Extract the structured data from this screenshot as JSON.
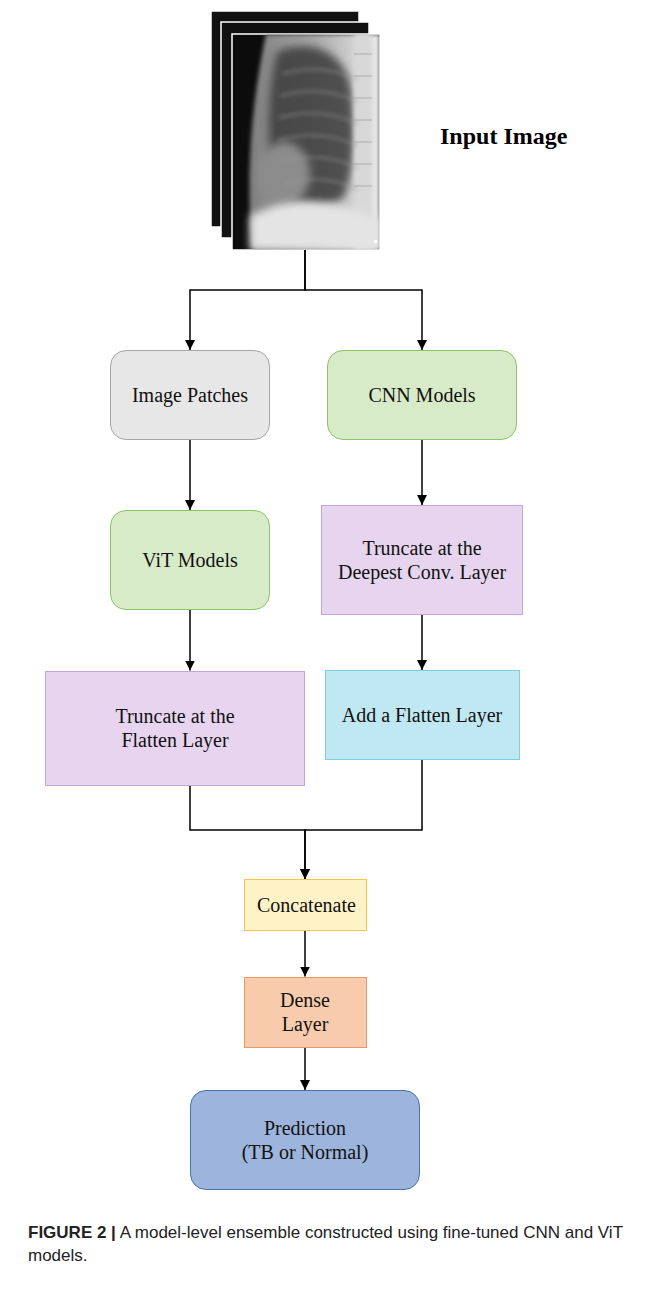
{
  "diagram": {
    "caption": "FIGURE 2 | A model-level ensemble constructed using fine-tuned CNN and ViT models.",
    "nodes": [
      {
        "text": [
          "Input Image"
        ]
      },
      {
        "text": [
          "Image Patches"
        ]
      },
      {
        "text": [
          "CNN Models"
        ]
      },
      {
        "text": [
          "ViT Models"
        ]
      },
      {
        "text": [
          "Truncate at the Deepest Conv. Layer"
        ]
      },
      {
        "text": [
          "Truncate at the Flatten Layer"
        ]
      },
      {
        "text": [
          "Add a Flatten Layer"
        ]
      },
      {
        "text": [
          "Concatenate"
        ]
      },
      {
        "text": [
          "Dense Layer"
        ]
      },
      {
        "text": [
          "Prediction",
          "(TB or Normal)"
        ]
      }
    ],
    "edges": [
      {
        "from": 0,
        "to": 1,
        "arrow": "to"
      },
      {
        "from": 0,
        "to": 2,
        "arrow": "to"
      },
      {
        "from": 1,
        "to": 3,
        "arrow": "to"
      },
      {
        "from": 2,
        "to": 4,
        "arrow": "to"
      },
      {
        "from": 3,
        "to": 5,
        "arrow": "to"
      },
      {
        "from": 4,
        "to": 6,
        "arrow": "to"
      },
      {
        "from": 5,
        "to": 7,
        "arrow": "to"
      },
      {
        "from": 6,
        "to": 7,
        "arrow": "to"
      },
      {
        "from": 7,
        "to": 8,
        "arrow": "to"
      },
      {
        "from": 8,
        "to": 9,
        "arrow": "to"
      }
    ]
  }
}
